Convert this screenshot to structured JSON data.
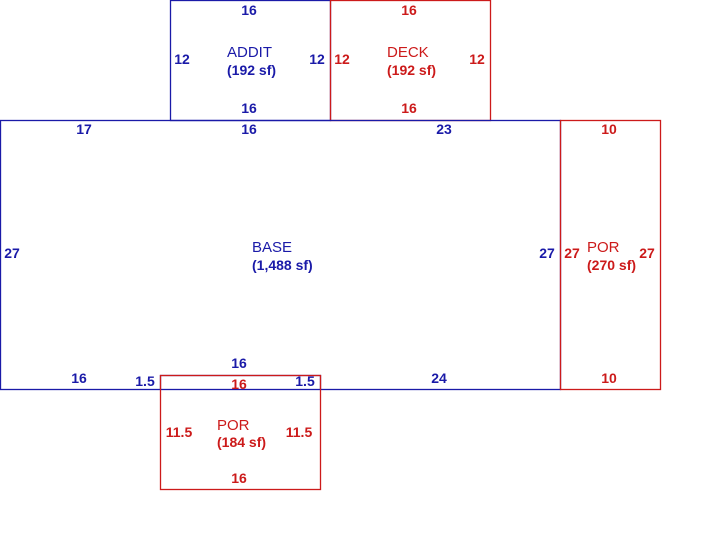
{
  "colors": {
    "blue": "#1a1aa8",
    "red": "#cc1a1a"
  },
  "areas": {
    "addit": {
      "name": "ADDIT",
      "size": "(192 sf)"
    },
    "deck": {
      "name": "DECK",
      "size": "(192 sf)"
    },
    "base": {
      "name": "BASE",
      "size": "(1,488 sf)"
    },
    "por_right": {
      "name": "POR",
      "size": "(270 sf)"
    },
    "por_bottom": {
      "name": "POR",
      "size": "(184 sf)"
    }
  },
  "dims": {
    "addit": {
      "top": "16",
      "left": "12",
      "right": "12",
      "bottom": "16"
    },
    "deck": {
      "top": "16",
      "left": "12",
      "right": "12",
      "bottom": "16"
    },
    "base": {
      "top_left": "17",
      "top_mid": "16",
      "top_right": "23",
      "left": "27",
      "right": "27",
      "bottom_left": "16",
      "bottom_left_jog": "1.5",
      "bottom_mid": "16",
      "bottom_right_jog": "1.5",
      "bottom_right": "24"
    },
    "por_right": {
      "top": "10",
      "left": "27",
      "right": "27",
      "bottom": "10"
    },
    "por_bottom": {
      "top": "16",
      "left": "11.5",
      "right": "11.5",
      "bottom": "16"
    }
  }
}
